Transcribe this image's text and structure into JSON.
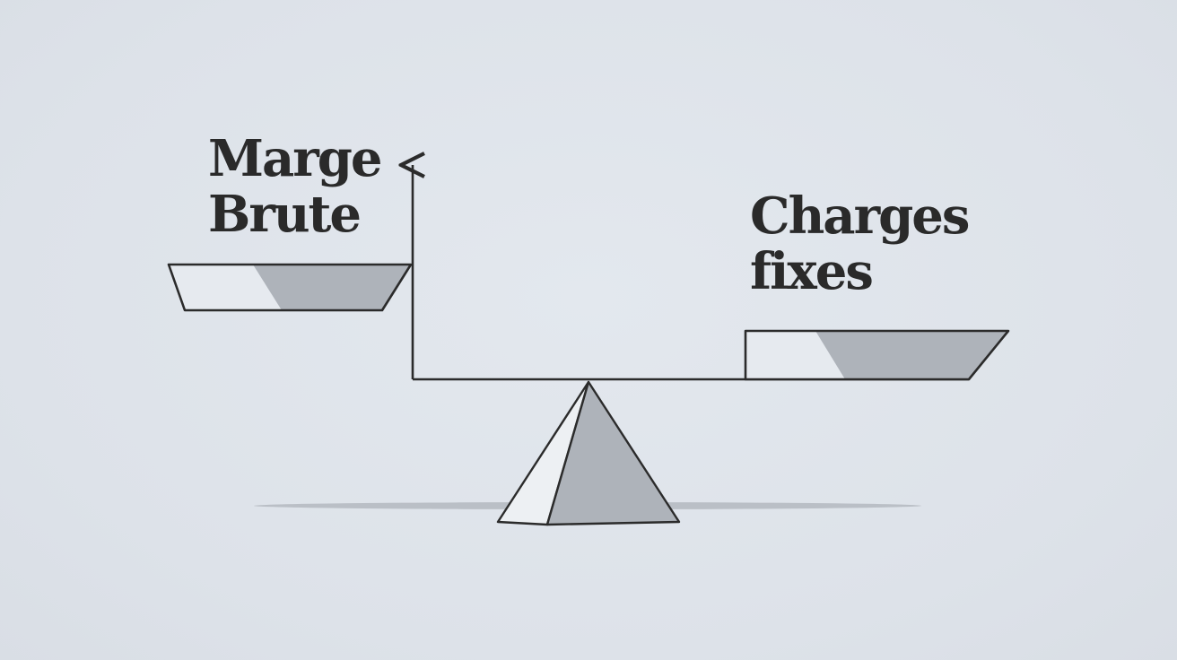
{
  "left_label": {
    "line1": "Marge",
    "line2": "Brute"
  },
  "right_label": {
    "line1": "Charges",
    "line2": "fixes"
  },
  "colors": {
    "background": "#dfe4ea",
    "stroke": "#2b2b2b",
    "fill_shade": "#aeb3ba",
    "fill_light": "#e6eaef",
    "shadow": "#b4b9c0"
  }
}
